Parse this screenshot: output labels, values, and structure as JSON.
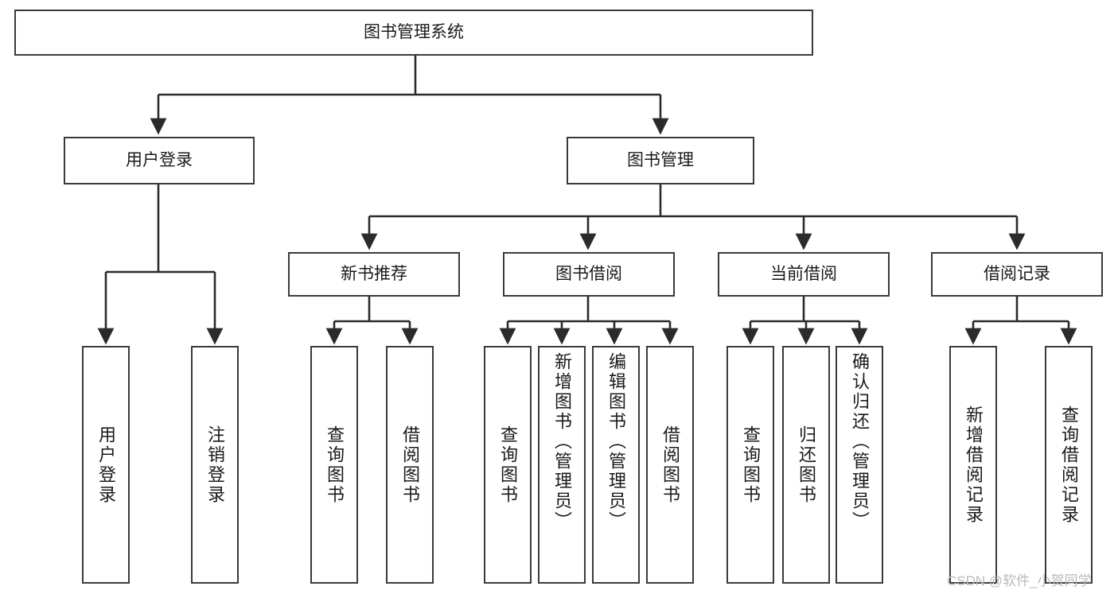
{
  "diagram": {
    "title": "图书管理系统",
    "watermark": "CSDN @软件_小贺同学",
    "colors": {
      "box_border": "#3a3a3a",
      "box_fill": "#ffffff",
      "edge": "#2b2b2b",
      "text": "#1a1a1a",
      "watermark": "#b9b9b9",
      "background": "#ffffff"
    },
    "nodes": {
      "root": {
        "label": "图书管理系统",
        "orientation": "horizontal"
      },
      "user_login": {
        "label": "用户登录",
        "orientation": "horizontal"
      },
      "book_manage": {
        "label": "图书管理",
        "orientation": "horizontal"
      },
      "new_book_rec": {
        "label": "新书推荐",
        "orientation": "horizontal"
      },
      "book_borrow": {
        "label": "图书借阅",
        "orientation": "horizontal"
      },
      "current_borrow": {
        "label": "当前借阅",
        "orientation": "horizontal"
      },
      "borrow_record": {
        "label": "借阅记录",
        "orientation": "horizontal"
      },
      "leaf_user_login": {
        "label": "用户登录",
        "orientation": "vertical"
      },
      "leaf_logout": {
        "label": "注销登录",
        "orientation": "vertical"
      },
      "leaf_query_book_rec": {
        "label": "查询图书",
        "orientation": "vertical"
      },
      "leaf_borrow_book_rec": {
        "label": "借阅图书",
        "orientation": "vertical"
      },
      "leaf_query_book_borrow": {
        "label": "查询图书",
        "orientation": "vertical"
      },
      "leaf_add_book": {
        "label": "新增图书（管理员）",
        "orientation": "vertical"
      },
      "leaf_edit_book": {
        "label": "编辑图书（管理员）",
        "orientation": "vertical"
      },
      "leaf_borrow_book": {
        "label": "借阅图书",
        "orientation": "vertical"
      },
      "leaf_query_book_current": {
        "label": "查询图书",
        "orientation": "vertical"
      },
      "leaf_return_book": {
        "label": "归还图书",
        "orientation": "vertical"
      },
      "leaf_confirm_return": {
        "label": "确认归还（管理员）",
        "orientation": "vertical"
      },
      "leaf_add_record": {
        "label": "新增借阅记录",
        "orientation": "vertical"
      },
      "leaf_query_record": {
        "label": "查询借阅记录",
        "orientation": "vertical"
      }
    },
    "hierarchy": {
      "图书管理系统": {
        "用户登录": [
          "用户登录",
          "注销登录"
        ],
        "图书管理": {
          "新书推荐": [
            "查询图书",
            "借阅图书"
          ],
          "图书借阅": [
            "查询图书",
            "新增图书（管理员）",
            "编辑图书（管理员）",
            "借阅图书"
          ],
          "当前借阅": [
            "查询图书",
            "归还图书",
            "确认归还（管理员）"
          ],
          "借阅记录": [
            "新增借阅记录",
            "查询借阅记录"
          ]
        }
      }
    }
  }
}
